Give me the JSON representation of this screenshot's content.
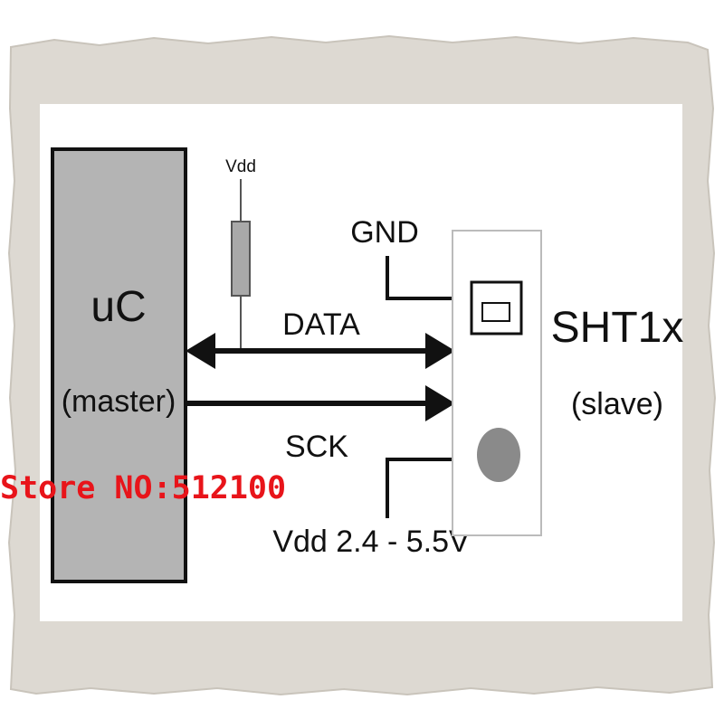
{
  "colors": {
    "frame": "#ddd9d2",
    "frame_edge": "#c9c4bb",
    "panel": "#ffffff",
    "master_box": "#b4b4b4",
    "line": "#111111",
    "resistor": "#a9a9a9",
    "sensor_dot": "#8a8a8a",
    "watermark": "#e8141a"
  },
  "diagram": {
    "master": {
      "title": "uC",
      "subtitle": "(master)"
    },
    "slave": {
      "title": "SHT1x",
      "subtitle": "(slave)"
    },
    "pullup_label": "Vdd",
    "signals": {
      "data": "DATA",
      "sck": "SCK"
    },
    "power": {
      "gnd": "GND",
      "vdd": "Vdd 2.4 - 5.5V"
    }
  },
  "watermark": {
    "text": "Store NO:512100"
  }
}
